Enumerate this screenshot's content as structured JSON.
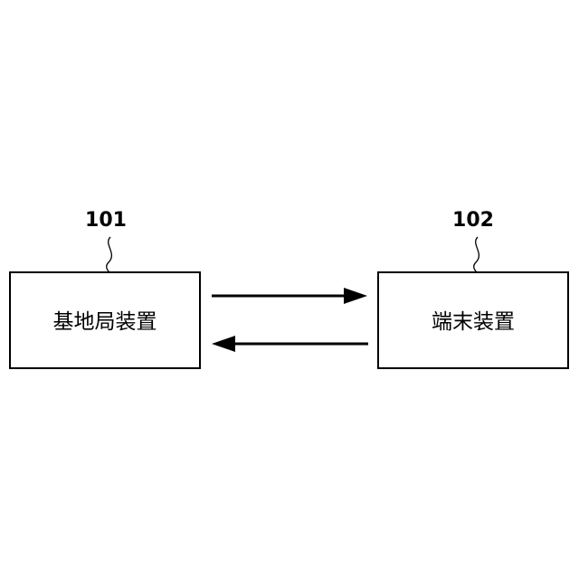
{
  "diagram": {
    "nodes": [
      {
        "id": "base-station",
        "ref": "101",
        "label": "基地局装置"
      },
      {
        "id": "terminal",
        "ref": "102",
        "label": "端末装置"
      }
    ],
    "edges": [
      {
        "from": "base-station",
        "to": "terminal"
      },
      {
        "from": "terminal",
        "to": "base-station"
      }
    ],
    "colors": {
      "stroke": "#000000",
      "background": "#ffffff"
    }
  }
}
